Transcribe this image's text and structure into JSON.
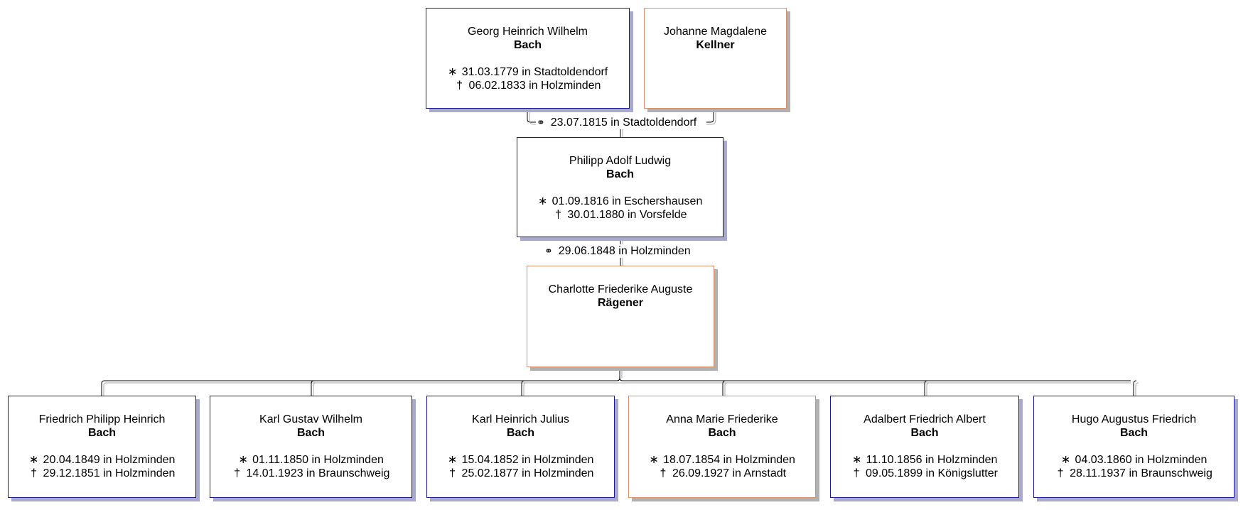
{
  "persons": {
    "georg": {
      "given": "Georg Heinrich Wilhelm",
      "surname": "Bach",
      "birth_symbol": "∗",
      "birth": "31.03.1779 in Stadtoldendorf",
      "death_symbol": "†",
      "death": "06.02.1833 in Holzminden",
      "sex": "male"
    },
    "johanne": {
      "given": "Johanne Magdalene",
      "surname": "Kellner",
      "sex": "female"
    },
    "philipp": {
      "given": "Philipp Adolf Ludwig",
      "surname": "Bach",
      "birth_symbol": "∗",
      "birth": "01.09.1816 in Eschershausen",
      "death_symbol": "†",
      "death": "30.01.1880 in Vorsfelde",
      "sex": "male"
    },
    "charlotte": {
      "given": "Charlotte Friederike Auguste",
      "surname": "Rägener",
      "sex": "female"
    }
  },
  "marriages": [
    {
      "symbol": "⚭",
      "text": "23.07.1815 in Stadtoldendorf"
    },
    {
      "symbol": "⚭",
      "text": "29.06.1848 in Holzminden"
    }
  ],
  "children": [
    {
      "given": "Friedrich Philipp Heinrich",
      "surname": "Bach",
      "birth_symbol": "∗",
      "birth": "20.04.1849 in Holzminden",
      "death_symbol": "†",
      "death": "29.12.1851 in Holzminden",
      "sex": "male"
    },
    {
      "given": "Karl Gustav Wilhelm",
      "surname": "Bach",
      "birth_symbol": "∗",
      "birth": "01.11.1850 in Holzminden",
      "death_symbol": "†",
      "death": "14.01.1923 in Braunschweig",
      "sex": "male"
    },
    {
      "given": "Karl Heinrich Julius",
      "surname": "Bach",
      "birth_symbol": "∗",
      "birth": "15.04.1852 in Holzminden",
      "death_symbol": "†",
      "death": "25.02.1877 in Holzminden",
      "sex": "male"
    },
    {
      "given": "Anna Marie Friederike",
      "surname": "Bach",
      "birth_symbol": "∗",
      "birth": "18.07.1854 in Holzminden",
      "death_symbol": "†",
      "death": "26.09.1927 in Arnstadt",
      "sex": "female"
    },
    {
      "given": "Adalbert Friedrich Albert",
      "surname": "Bach",
      "birth_symbol": "∗",
      "birth": "11.10.1856 in Holzminden",
      "death_symbol": "†",
      "death": "09.05.1899 in Königslutter",
      "sex": "male"
    },
    {
      "given": "Hugo Augustus Friedrich",
      "surname": "Bach",
      "birth_symbol": "∗",
      "birth": "04.03.1860 in Holzminden",
      "death_symbol": "†",
      "death": "28.11.1937 in Braunschweig",
      "sex": "male"
    }
  ],
  "colors": {
    "male_border": "#1a1a8c",
    "female_border": "#d9906a",
    "male_shadow": "#a9a9cc",
    "female_shadow": "#b0b0b0",
    "line": "#000000"
  }
}
